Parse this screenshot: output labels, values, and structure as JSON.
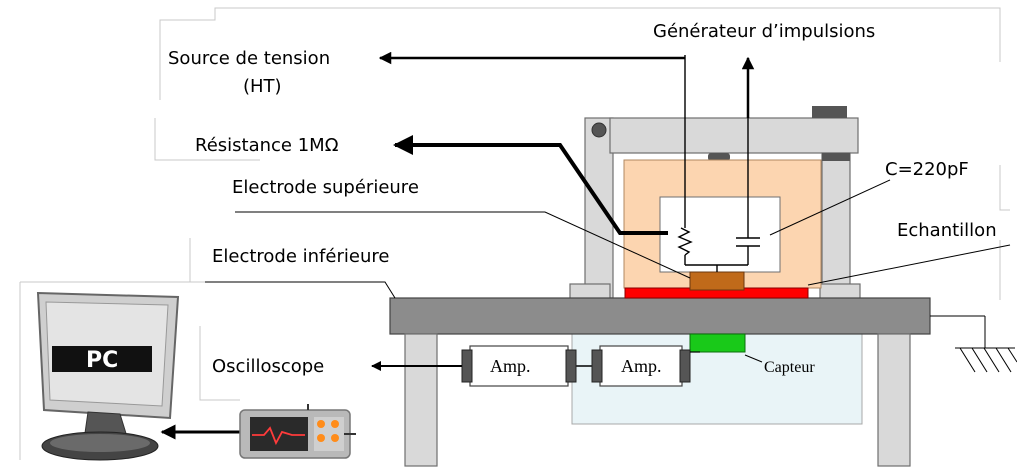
{
  "labels": {
    "source_tension": "Source de tension",
    "source_tension_ht": "(HT)",
    "generateur": "Générateur d’impulsions",
    "resistance": "Résistance 1MΩ",
    "capacitor": "C=220pF",
    "electrode_sup": "Electrode supérieure",
    "electrode_inf": "Electrode inférieure",
    "echantillon": "Echantillon",
    "oscilloscope": "Oscilloscope",
    "amp1": "Amp.",
    "amp2": "Amp.",
    "capteur": "Capteur",
    "pc": "PC"
  },
  "colors": {
    "frame_gray": "#d9d9d9",
    "plate_gray": "#8c8c8c",
    "chamber_orange": "#fcd5b0",
    "electrode_brown": "#c06a1a",
    "sample_red": "#ff0000",
    "sensor_green": "#19c919",
    "tank_blue": "#e9f4f7",
    "pc_black": "#111111"
  },
  "icons": [
    "monitor-icon",
    "oscilloscope-device-icon",
    "ground-icon",
    "resistor-icon",
    "capacitor-icon"
  ]
}
